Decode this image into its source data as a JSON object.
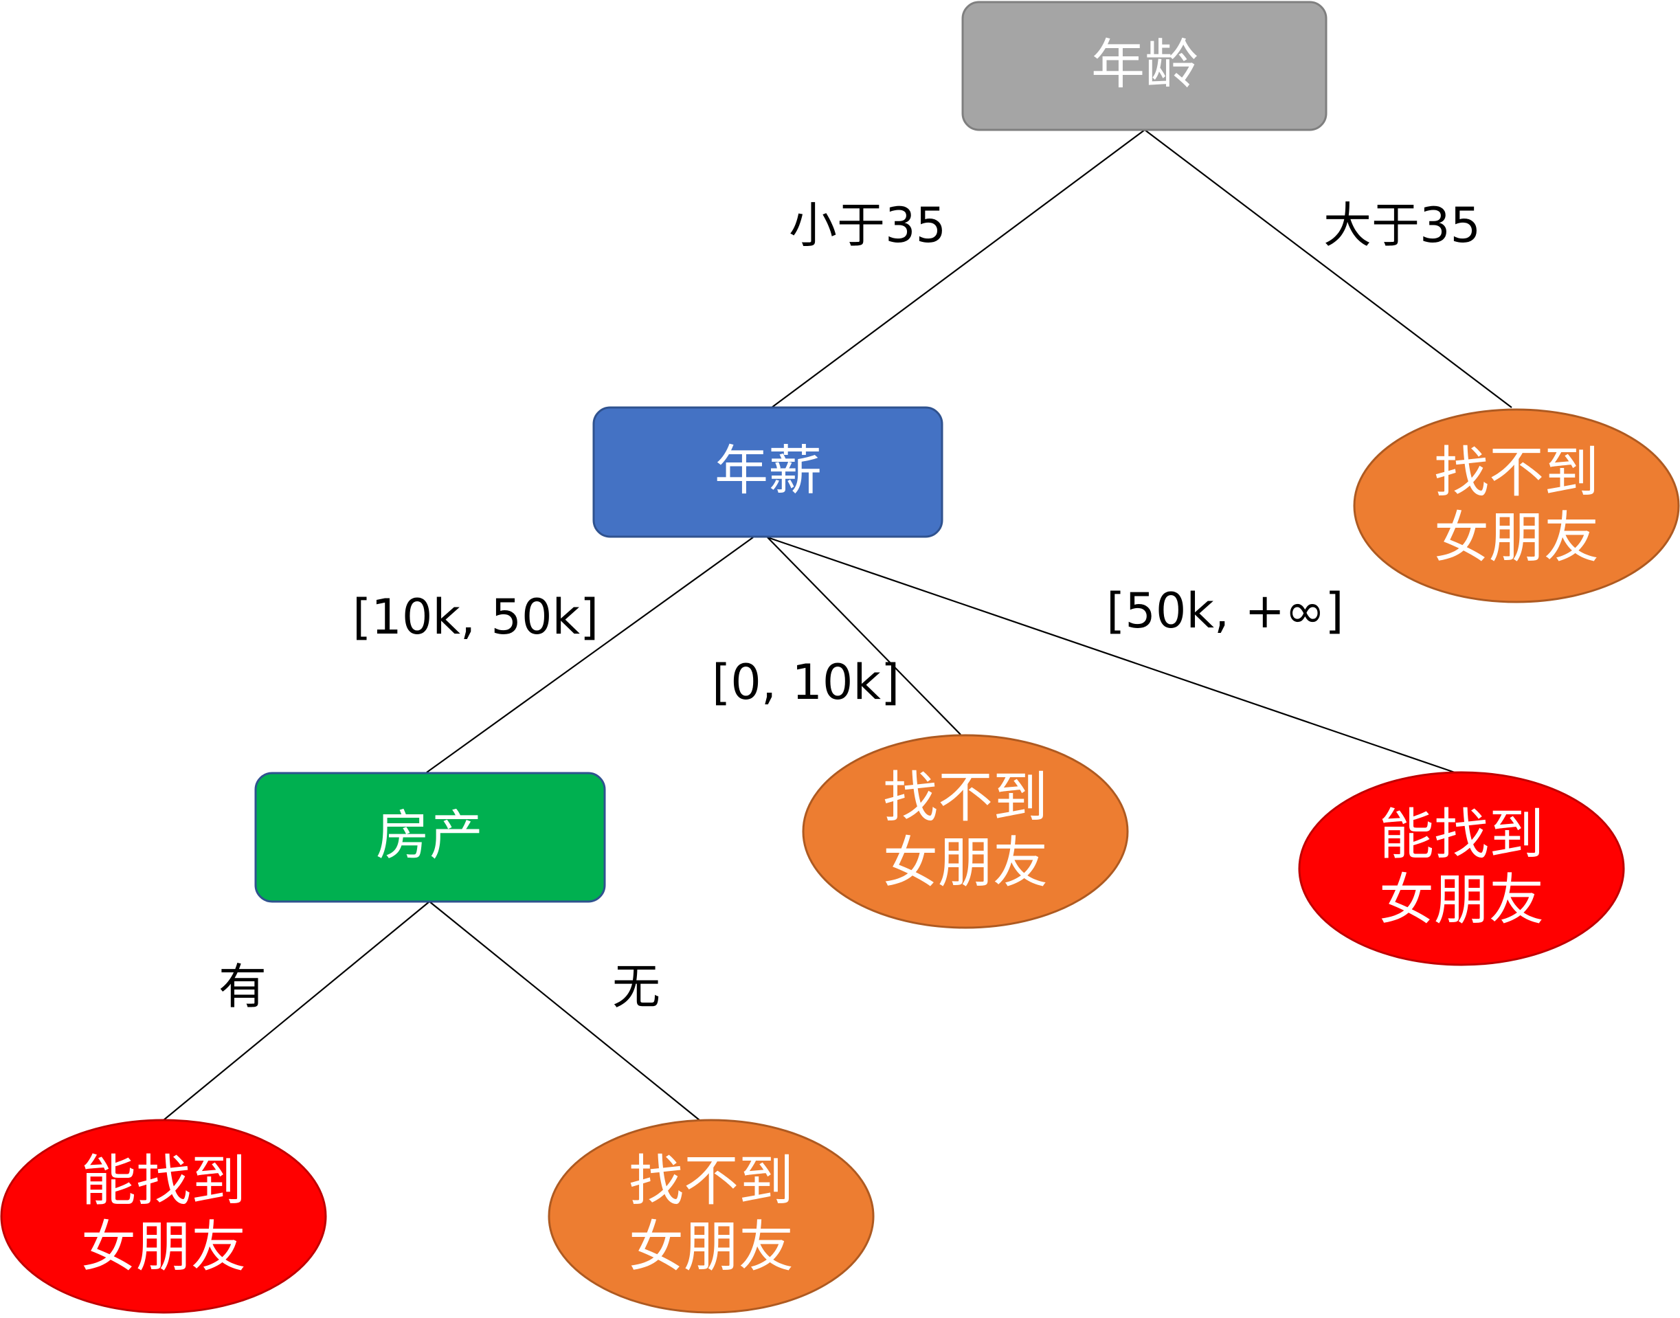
{
  "nodes": {
    "age": {
      "label": "年龄",
      "fill": "#A5A5A5",
      "stroke": "#7F7F7F"
    },
    "salary": {
      "label": "年薪",
      "fill": "#4472C4",
      "stroke": "#2F528F"
    },
    "property": {
      "label": "房产",
      "fill": "#00B050",
      "stroke": "#2F528F"
    },
    "leaf_age_over": {
      "line1": "找不到",
      "line2": "女朋友",
      "fill": "#ED7D31",
      "stroke": "#AE5A21"
    },
    "leaf_salary_low": {
      "line1": "找不到",
      "line2": "女朋友",
      "fill": "#ED7D31",
      "stroke": "#AE5A21"
    },
    "leaf_salary_high": {
      "line1": "能找到",
      "line2": "女朋友",
      "fill": "#FF0000",
      "stroke": "#C00000"
    },
    "leaf_property_yes": {
      "line1": "能找到",
      "line2": "女朋友",
      "fill": "#FF0000",
      "stroke": "#C00000"
    },
    "leaf_property_no": {
      "line1": "找不到",
      "line2": "女朋友",
      "fill": "#ED7D31",
      "stroke": "#AE5A21"
    }
  },
  "edges": {
    "age_under": "小于35",
    "age_over": "大于35",
    "salary_mid": "[10k, 50k]",
    "salary_low": "[0, 10k]",
    "salary_high": "[50k, +∞]",
    "property_yes": "有",
    "property_no": "无"
  }
}
